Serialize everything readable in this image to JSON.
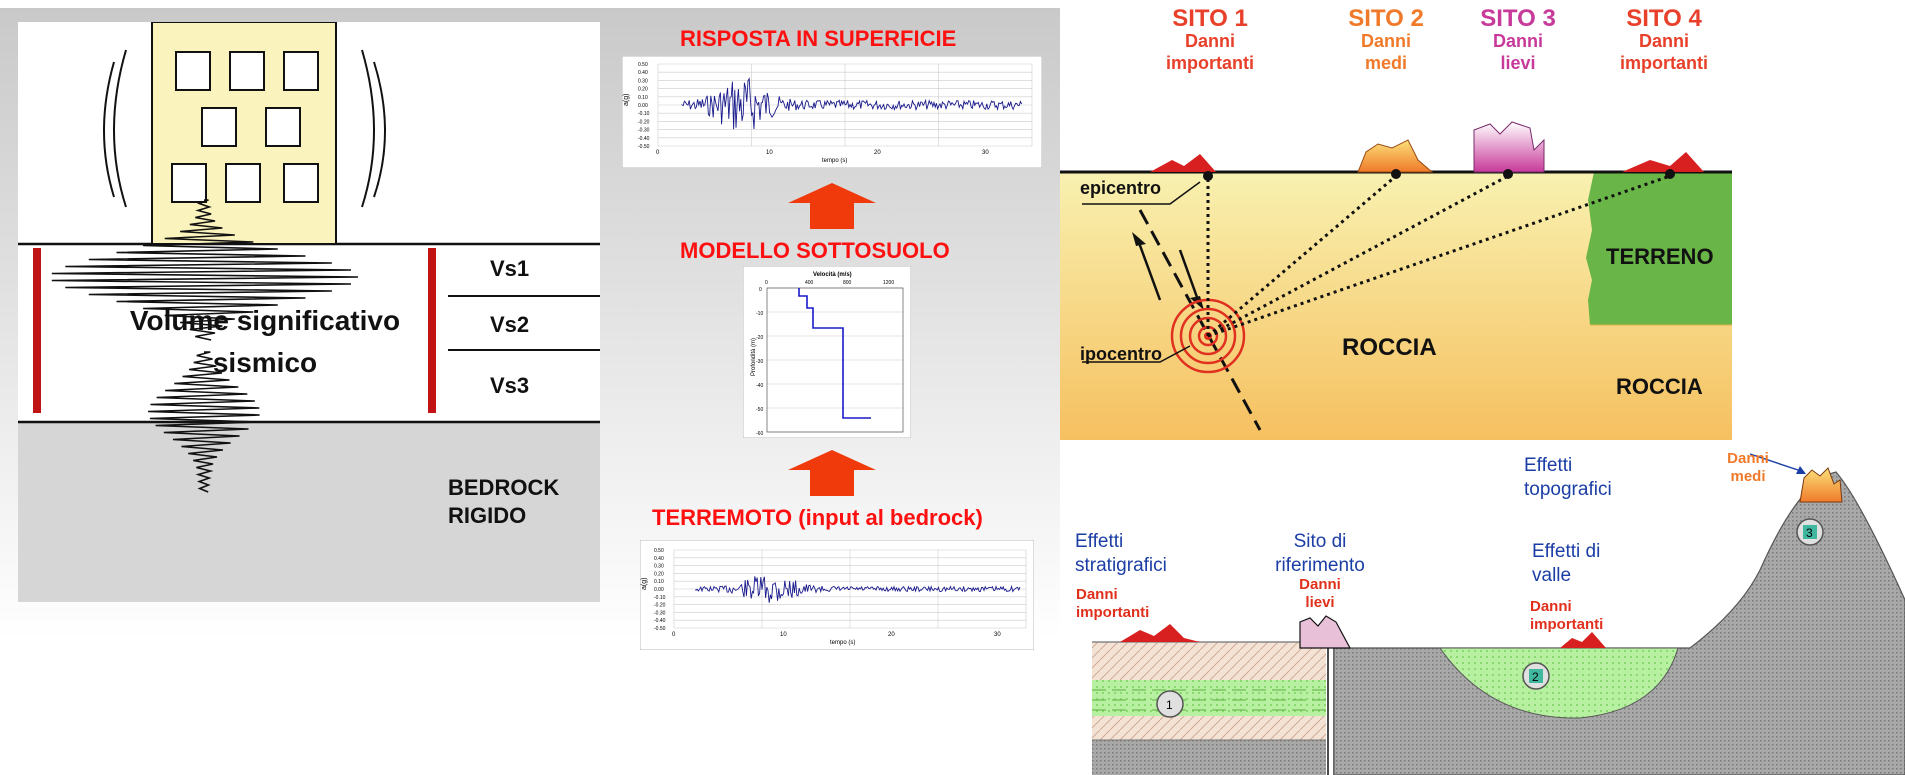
{
  "left": {
    "volume_label": "Volume significativo sismico",
    "vs_labels": [
      "Vs1",
      "Vs2",
      "Vs3"
    ],
    "bedrock_label": [
      "BEDROCK",
      "RIGIDO"
    ]
  },
  "middle": {
    "surface_title": "RISPOSTA IN SUPERFICIE",
    "model_title": "MODELLO SOTTOSUOLO",
    "quake_title": "TERREMOTO (input al bedrock)",
    "surface_chart": {
      "xlabel": "tempo (s)",
      "ylabel": "a(g)",
      "xticks": [
        "0",
        "10",
        "20",
        "30"
      ],
      "yticks": [
        "0.50",
        "0.40",
        "0.30",
        "0.20",
        "0.10",
        "0.00",
        "-0.10",
        "-0.20",
        "-0.30",
        "-0.40",
        "-0.50"
      ]
    },
    "model_chart": {
      "title": "Velocità (m/s)",
      "ylabel": "Profondità (m)",
      "xticks": [
        "0",
        "400",
        "800",
        "1200"
      ],
      "yticks": [
        "0",
        "-10",
        "-20",
        "-30",
        "-40",
        "-50",
        "-60"
      ]
    },
    "quake_chart": {
      "xlabel": "tempo (s)",
      "ylabel": "a(g)",
      "xticks": [
        "0",
        "10",
        "20",
        "30"
      ],
      "yticks": [
        "0.50",
        "0.40",
        "0.30",
        "0.20",
        "0.10",
        "0.00",
        "-0.10",
        "-0.20",
        "-0.30",
        "-0.40",
        "-0.50"
      ]
    }
  },
  "top_right": {
    "sites": [
      {
        "name": "SITO 1",
        "damage": [
          "Danni",
          "importanti"
        ],
        "color": "#e8402a"
      },
      {
        "name": "SITO 2",
        "damage": [
          "Danni",
          "medi"
        ],
        "color": "#f07a2a"
      },
      {
        "name": "SITO 3",
        "damage": [
          "Danni",
          "lievi"
        ],
        "color": "#c83a9a"
      },
      {
        "name": "SITO 4",
        "damage": [
          "Danni",
          "importanti"
        ],
        "color": "#e8402a"
      }
    ],
    "epicentro": "epicentro",
    "ipocentro": "ipocentro",
    "roccia": "ROCCIA",
    "terreno": "TERRENO",
    "roccia2": "ROCCIA"
  },
  "bottom_right": {
    "effetti_stratigrafici": [
      "Effetti",
      "stratigrafici"
    ],
    "danni_importanti_1": [
      "Danni",
      "importanti"
    ],
    "sito_riferimento": [
      "Sito di",
      "riferimento"
    ],
    "danni_lievi": [
      "Danni",
      "lievi"
    ],
    "effetti_valle": [
      "Effetti di",
      "valle"
    ],
    "danni_importanti_2": [
      "Danni",
      "importanti"
    ],
    "effetti_topografici": [
      "Effetti",
      "topografici"
    ],
    "danni_medi": [
      "Danni",
      "medi"
    ],
    "markers": [
      "1",
      "2",
      "3"
    ]
  }
}
